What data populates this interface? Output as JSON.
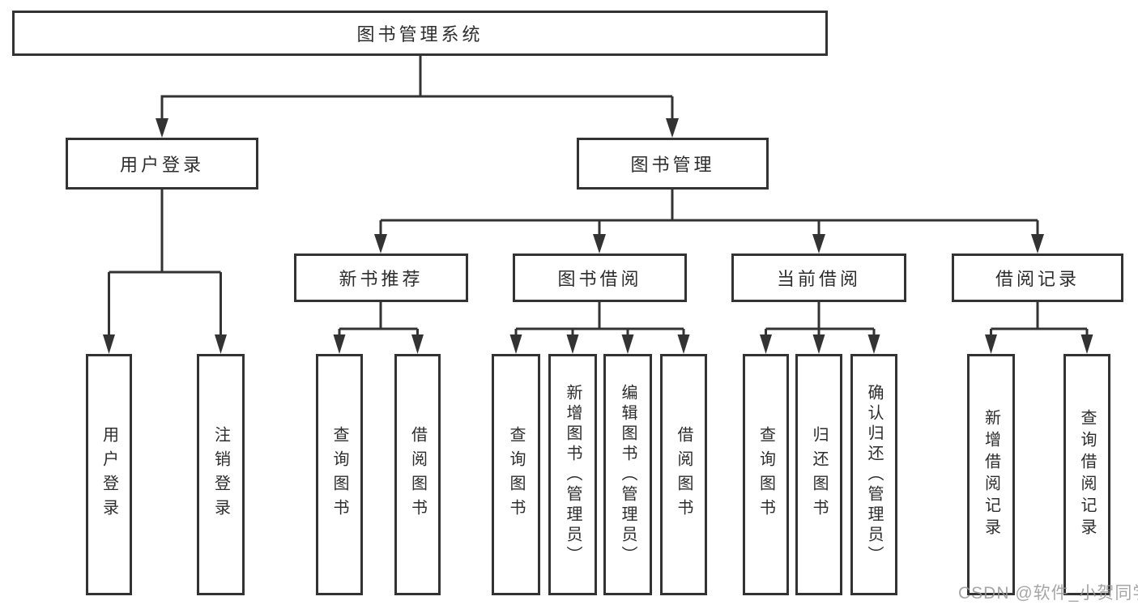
{
  "diagram": {
    "title": "图书管理系统",
    "root": {
      "label": "图书管理系统"
    },
    "branches": [
      {
        "label": "用户登录",
        "leaves": [
          {
            "label": "用户登录"
          },
          {
            "label": "注销登录"
          }
        ]
      },
      {
        "label": "图书管理",
        "groups": [
          {
            "label": "新书推荐",
            "leaves": [
              {
                "label": "查询图书"
              },
              {
                "label": "借阅图书"
              }
            ]
          },
          {
            "label": "图书借阅",
            "leaves": [
              {
                "label": "查询图书"
              },
              {
                "label": "新增图书（管理员）"
              },
              {
                "label": "编辑图书（管理员）"
              },
              {
                "label": "借阅图书"
              }
            ]
          },
          {
            "label": "当前借阅",
            "leaves": [
              {
                "label": "查询图书"
              },
              {
                "label": "归还图书"
              },
              {
                "label": "确认归还（管理员）"
              }
            ]
          },
          {
            "label": "借阅记录",
            "leaves": [
              {
                "label": "新增借阅记录"
              },
              {
                "label": "查询借阅记录"
              }
            ]
          }
        ]
      }
    ],
    "line_color": "#333333",
    "box_background": "#ffffff"
  },
  "watermark": {
    "text": "CSDN @软件_小贺同学"
  }
}
